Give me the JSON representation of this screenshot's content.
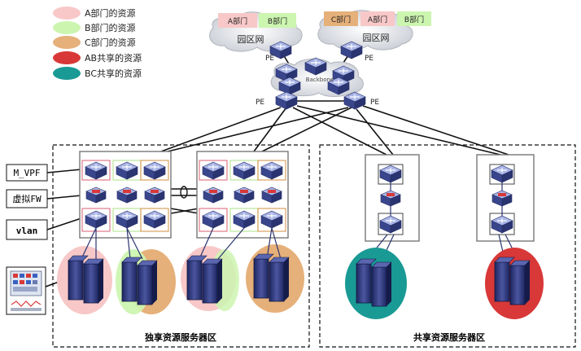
{
  "legend": {
    "items": [
      {
        "label": "A部门的资源",
        "color": "#f8c8c8"
      },
      {
        "label": "B部门的资源",
        "color": "#ccf5b0"
      },
      {
        "label": "C部门的资源",
        "color": "#e6b07a"
      },
      {
        "label": "AB共享的资源",
        "color": "#d83838"
      },
      {
        "label": "BC共享的资源",
        "color": "#1a9a94"
      }
    ]
  },
  "campus_left": {
    "dept_a": "A部门",
    "dept_b": "B部门",
    "name": "园区网",
    "pe": "PE"
  },
  "campus_right": {
    "dept_c": "C部门",
    "dept_a": "A部门",
    "dept_b": "B部门",
    "name": "园区网",
    "pe": "PE"
  },
  "core": {
    "label": "Backbone",
    "pe_left": "PE",
    "pe_right": "PE"
  },
  "side_labels": {
    "vpf": "M_VPF",
    "fw": "虚拟FW",
    "vlan": "vlan"
  },
  "zones": {
    "exclusive": "独享资源服务器区",
    "shared": "共享资源服务器区"
  },
  "colors": {
    "a": "#f8c8c8",
    "b": "#ccf5b0",
    "c": "#e6b07a",
    "ab": "#d83838",
    "bc": "#1a9a94",
    "switch": "#3a4a8c",
    "server": "#2c3670"
  }
}
